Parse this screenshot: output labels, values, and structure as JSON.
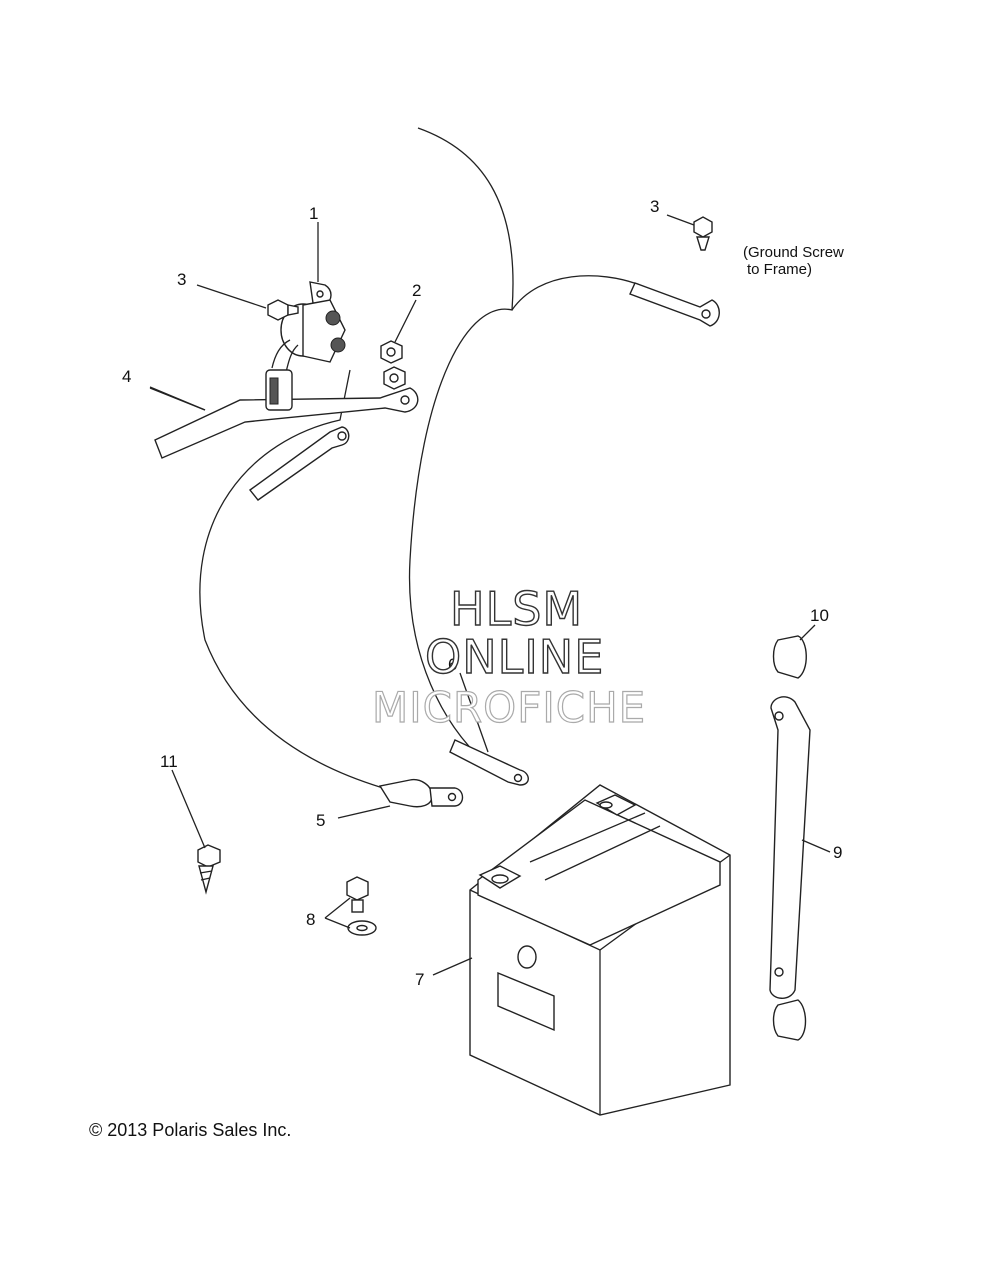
{
  "callouts": {
    "c1": "1",
    "c2": "2",
    "c3a": "3",
    "c3b": "3",
    "c4": "4",
    "c5": "5",
    "c6": "6",
    "c7": "7",
    "c8": "8",
    "c9": "9",
    "c10": "10",
    "c11": "11"
  },
  "note": {
    "line1": "(Ground Screw",
    "line2": "to Frame)"
  },
  "watermark": {
    "line1": "HLSM",
    "line2": "ONLINE",
    "line3": "MICROFICHE"
  },
  "copyright": "© 2013 Polaris Sales Inc."
}
